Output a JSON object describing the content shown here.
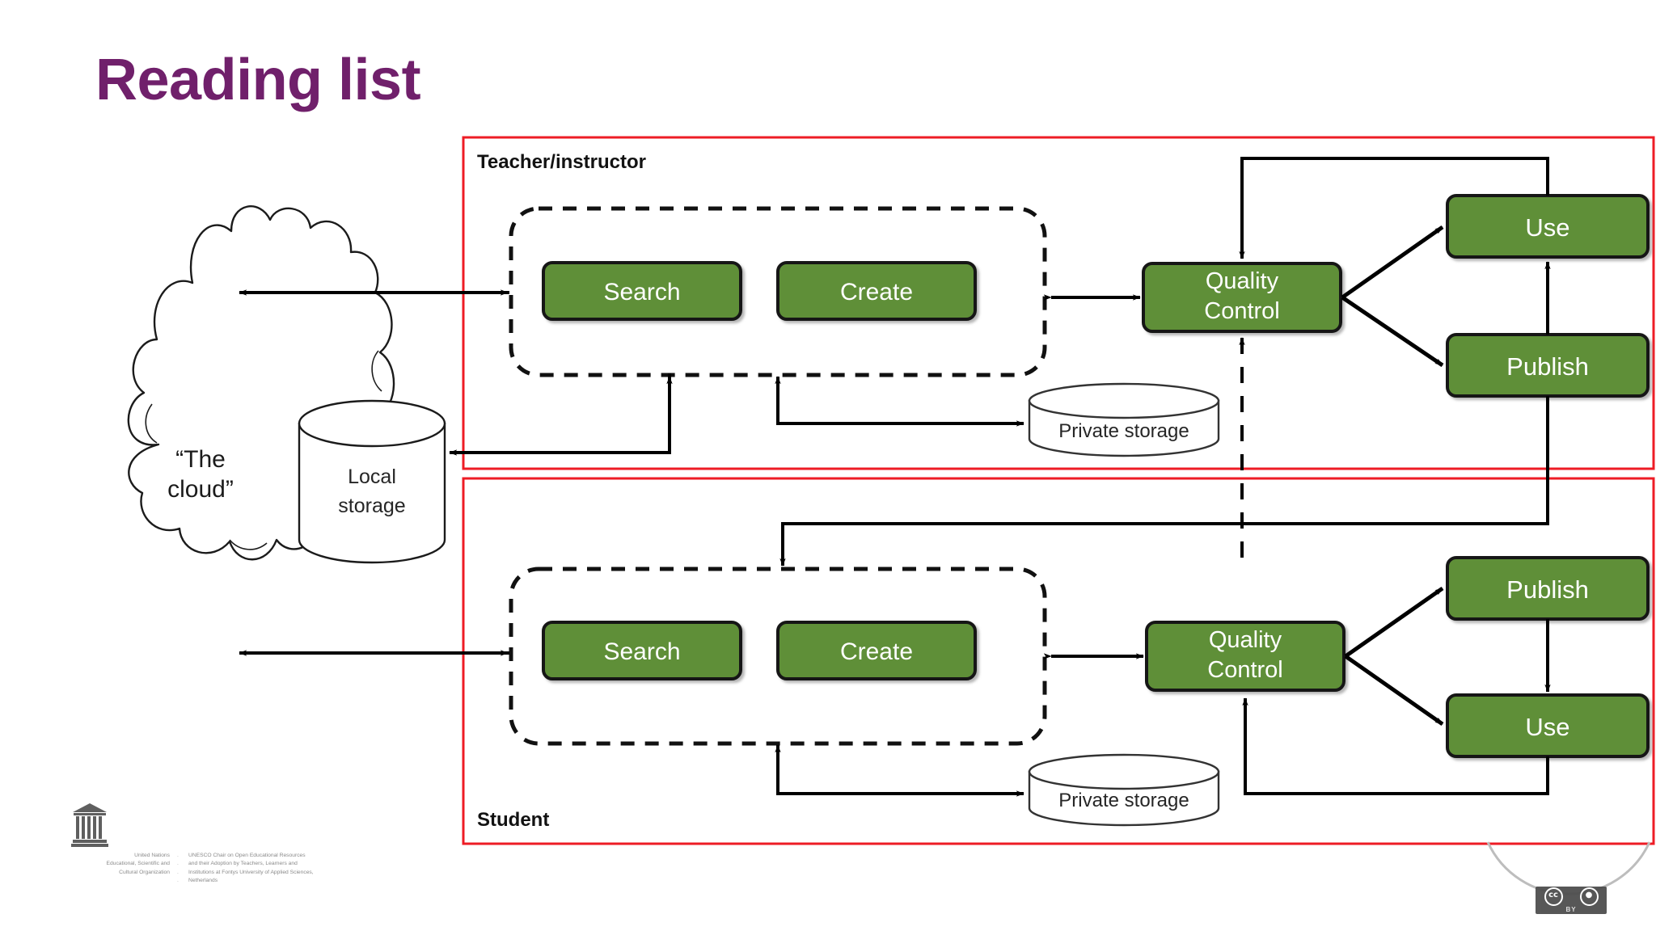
{
  "slide": {
    "title": "Reading list",
    "title_color": "#70206b",
    "background": "#ffffff"
  },
  "colors": {
    "box_fill": "#5f8f37",
    "box_text": "#ffffff",
    "box_border": "#1a1a1a",
    "section_border": "#ee1c25",
    "line": "#000000",
    "storage_text": "#262626"
  },
  "diagram": {
    "cloud": {
      "label_line1": "“The",
      "label_line2": "cloud”"
    },
    "local_storage": {
      "label_line1": "Local",
      "label_line2": "storage"
    },
    "sections": [
      {
        "id": "teacher",
        "label": "Teacher/instructor",
        "label_position": "top-left",
        "activity_group": [
          "Search",
          "Create"
        ],
        "quality_control": "Quality\nControl",
        "quality_control_line1": "Quality",
        "quality_control_line2": "Control",
        "private_storage": "Private storage",
        "outputs_top": "Use",
        "outputs_bottom": "Publish"
      },
      {
        "id": "student",
        "label": "Student",
        "label_position": "bottom-left",
        "activity_group": [
          "Search",
          "Create"
        ],
        "quality_control": "Quality\nControl",
        "quality_control_line1": "Quality",
        "quality_control_line2": "Control",
        "private_storage": "Private storage",
        "outputs_top": "Publish",
        "outputs_bottom": "Use"
      }
    ]
  },
  "footer": {
    "unesco_left": [
      "United Nations",
      "Educational, Scientific and",
      "Cultural Organization"
    ],
    "unesco_right": [
      "UNESCO Chair on Open Educational Resources",
      "and their Adoption by Teachers, Learners and",
      "Institutions at Fontys University of Applied Sciences,",
      "Netherlands"
    ],
    "license": {
      "cc": "cc",
      "by": "BY"
    }
  }
}
